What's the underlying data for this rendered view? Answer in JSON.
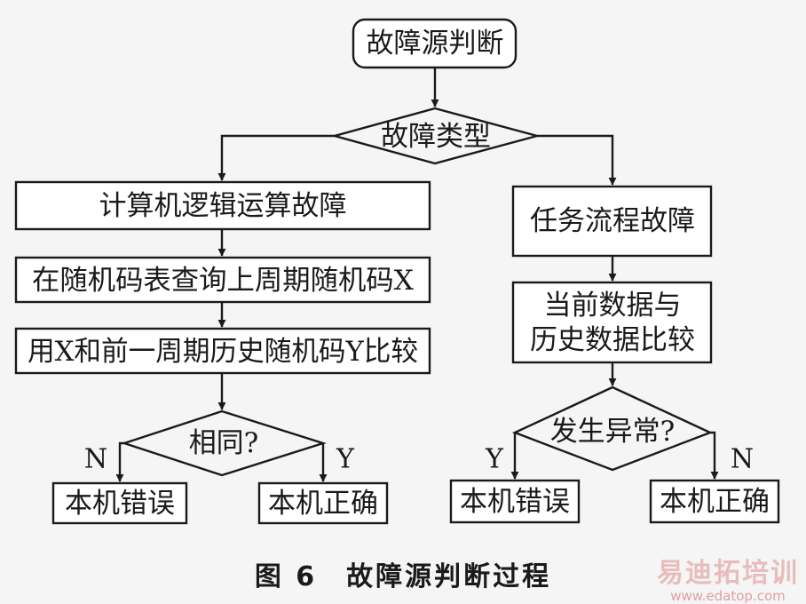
{
  "diagram": {
    "start": "故障源判断",
    "decision_fault_type": "故障类型",
    "left_branch": {
      "box1": "计算机逻辑运算故障",
      "box2": "在随机码表查询上周期随机码X",
      "box3": "用X和前一周期历史随机码Y比较",
      "decision": "相同?",
      "no_label": "N",
      "yes_label": "Y",
      "result_no": "本机错误",
      "result_yes": "本机正确"
    },
    "right_branch": {
      "box1": "任务流程故障",
      "box2_line1": "当前数据与",
      "box2_line2": "历史数据比较",
      "decision": "发生异常?",
      "yes_label": "Y",
      "no_label": "N",
      "result_yes": "本机错误",
      "result_no": "本机正确"
    }
  },
  "caption": "图 6　故障源判断过程",
  "watermark": {
    "logo": "易迪拓培训",
    "url": "www.edatop.com"
  }
}
